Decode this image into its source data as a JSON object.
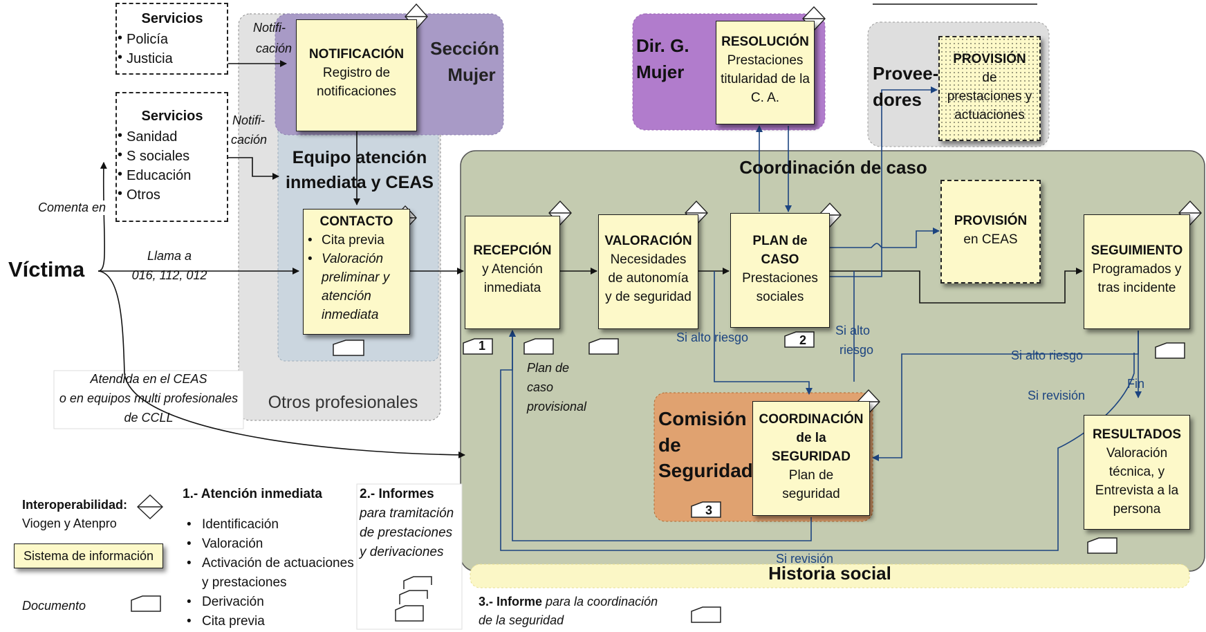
{
  "victim": "Víctima",
  "services1": {
    "title": "Servicios",
    "items": [
      "Policía",
      "Justicia"
    ]
  },
  "services2": {
    "title": "Servicios",
    "items": [
      "Sanidad",
      "S sociales",
      "Educación",
      "Otros"
    ]
  },
  "notif1": [
    "Notifi-",
    "cación"
  ],
  "notif2": [
    "Notifi-",
    "cación"
  ],
  "comenta": "Comenta en",
  "llama": [
    "Llama a",
    "016, 112, 012"
  ],
  "atendida": [
    "Atendida en el CEAS",
    "o en equipos multi profesionales",
    "de CCLL"
  ],
  "seccion_mujer": [
    "Sección",
    "Mujer"
  ],
  "equipo": [
    "Equipo atención",
    "inmediata y CEAS"
  ],
  "otros_prof": "Otros profesionales",
  "dir_mujer": [
    "Dir. G.",
    "Mujer"
  ],
  "proveedores": [
    "Provee-",
    "dores"
  ],
  "coordinacion_caso": "Coordinación de caso",
  "historia_social": "Historia social",
  "comision": [
    "Comisión",
    "de",
    "Seguridad"
  ],
  "boxes": {
    "notificacion": {
      "title": "NOTIFICACIÓN",
      "lines": [
        "Registro de",
        "notificaciones"
      ]
    },
    "contacto": {
      "title": "CONTACTO",
      "items": [
        "Cita previa",
        "Valoración preliminar y atención inmediata"
      ]
    },
    "resolucion": {
      "title": "RESOLUCIÓN",
      "lines": [
        "Prestaciones",
        "titularidad de la",
        "C. A."
      ]
    },
    "provision_prov": {
      "title": "PROVISIÓN",
      "lines": [
        "de",
        "prestaciones y",
        "actuaciones"
      ]
    },
    "recepcion": {
      "title": "RECEPCIÓN",
      "lines": [
        "y Atención",
        "inmediata"
      ]
    },
    "valoracion": {
      "title": "VALORACIÓN",
      "lines": [
        "Necesidades",
        "de autonomía",
        "y de seguridad"
      ]
    },
    "plan": {
      "title": [
        "PLAN de",
        "CASO"
      ],
      "lines": [
        "Prestaciones",
        "sociales"
      ]
    },
    "provision_ceas": {
      "title": "PROVISIÓN",
      "lines": [
        "en CEAS"
      ]
    },
    "seguimiento": {
      "title": "SEGUIMIENTO",
      "lines": [
        "Programados y",
        "tras incidente"
      ]
    },
    "coord_seg": {
      "title": [
        "COORDINACIÓN",
        "de la",
        "SEGURIDAD"
      ],
      "lines": [
        "Plan de",
        "seguridad"
      ]
    },
    "resultados": {
      "title": "RESULTADOS",
      "lines": [
        "Valoración",
        "técnica, y",
        "Entrevista a la",
        "persona"
      ]
    }
  },
  "doc_numbers": [
    "1",
    "2",
    "3"
  ],
  "edge_labels": {
    "si_alto_riesgo_1": "Si alto riesgo",
    "si_alto_riesgo_2": [
      "Si alto",
      "riesgo"
    ],
    "si_alto_riesgo_3": "Si alto riesgo",
    "si_revision_1": "Si revisión",
    "si_revision_2": "Si revisión",
    "fin": "Fin",
    "plan_provisional": [
      "Plan de",
      "caso",
      "provisional"
    ]
  },
  "legend": {
    "interop": [
      "Interoperabilidad:",
      "Viogen y Atenpro"
    ],
    "sistema": "Sistema de información",
    "documento": "Documento"
  },
  "notes": {
    "n1": {
      "title": "1.- Atención inmediata",
      "items": [
        "Identificación",
        "Valoración",
        "Activación de actuaciones",
        "y prestaciones",
        "Derivación",
        "Cita previa"
      ]
    },
    "n2": {
      "title": "2.- Informes",
      "lines": [
        "para tramitación",
        "de prestaciones",
        "y derivaciones"
      ]
    },
    "n3": {
      "title": "3.- Informe",
      "rest": " para la coordinación",
      "line2": "de la seguridad"
    }
  },
  "colors": {
    "box_fill": "#fdf9c9",
    "seccion_mujer": "#a89ac6",
    "dir_mujer": "#b17ccc",
    "otros_prof": "#e2e2e2",
    "equipo": "#cbd6df",
    "coordinacion": "#c4cbb0",
    "comision": "#e0a270",
    "historia": "#fbf7c6",
    "arrow_blue": "#1c4480"
  }
}
